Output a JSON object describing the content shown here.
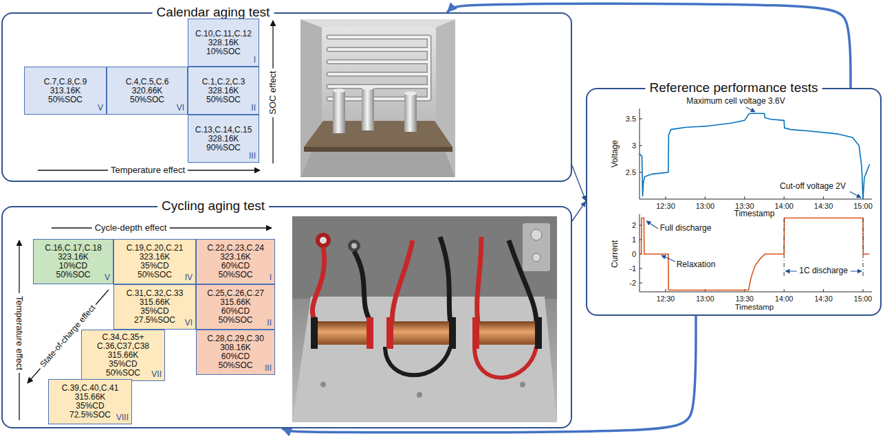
{
  "diagram": {
    "nodes": [
      {
        "text": [
          "Calendar aging test"
        ]
      },
      {
        "text": [
          "C.10,C.11,C.12",
          "328.16K",
          "10%SOC",
          "I"
        ],
        "in": 0
      },
      {
        "text": [
          "C.7,C.8,C.9",
          "313.16K",
          "50%SOC",
          "V"
        ],
        "in": 0
      },
      {
        "text": [
          "C.4,C.5,C.6",
          "320.66K",
          "50%SOC",
          "VI"
        ],
        "in": 0
      },
      {
        "text": [
          "C.1,C.2,C.3",
          "328.16K",
          "50%SOC",
          "II"
        ],
        "in": 0
      },
      {
        "text": [
          "C.13,C.14,C.15",
          "328.16K",
          "90%SOC",
          "III"
        ],
        "in": 0
      },
      {
        "text": [
          "Cycling aging test"
        ]
      },
      {
        "text": [
          "C.16,C.17,C.18",
          "323.16K",
          "10%CD",
          "50%SOC",
          "V"
        ],
        "in": 6
      },
      {
        "text": [
          "C.19,C.20,C.21",
          "323.16K",
          "35%CD",
          "50%SOC",
          "IV"
        ],
        "in": 6
      },
      {
        "text": [
          "C.22,C.23,C.24",
          "323.16K",
          "60%CD",
          "50%SOC",
          "I"
        ],
        "in": 6
      },
      {
        "text": [
          "C.31,C.32,C.33",
          "315.66K",
          "35%CD",
          "27.5%SOC",
          "VI"
        ],
        "in": 6
      },
      {
        "text": [
          "C.25,C.26,C.27",
          "315.66K",
          "60%CD",
          "50%SOC",
          "II"
        ],
        "in": 6
      },
      {
        "text": [
          "C.34,C.35+",
          "C.36,C37,C38",
          "315.66K",
          "35%CD",
          "50%SOC",
          "VII"
        ],
        "in": 6
      },
      {
        "text": [
          "C.28,C.29,C.30",
          "308.16K",
          "60%CD",
          "50%SOC",
          "III"
        ],
        "in": 6
      },
      {
        "text": [
          "C.39,C.40,C.41",
          "315.66K",
          "35%CD",
          "72.5%SOC",
          "VIII"
        ],
        "in": 6
      },
      {
        "text": [
          "Reference performance tests"
        ]
      }
    ],
    "edges": [
      {
        "from": 15,
        "to": 0,
        "arrow": "to"
      },
      {
        "from": 15,
        "to": 6,
        "arrow": "to"
      },
      {
        "from": 0,
        "to": 15,
        "arrow": "to"
      },
      {
        "from": 6,
        "to": 15,
        "arrow": "to"
      }
    ],
    "labels": [
      "SOC effect",
      "Temperature effect",
      "Cycle-depth effect",
      "Temperature effect",
      "State-of-charge effect",
      "Maximum cell voltage 3.6V",
      "Voltage",
      "3.5",
      "3",
      "2.5",
      "Cut-off voltage 2V",
      "12:30",
      "13:00",
      "13:30",
      "14:00",
      "14:30",
      "15:00",
      "Timestamp",
      "Current",
      "2",
      "1",
      "0",
      "-1",
      "-2",
      "Full discharge",
      "Relaxation",
      "1C discharge",
      "12:30",
      "13:00",
      "13:30",
      "14:00",
      "14:30",
      "15:00",
      "Timestamp"
    ]
  }
}
